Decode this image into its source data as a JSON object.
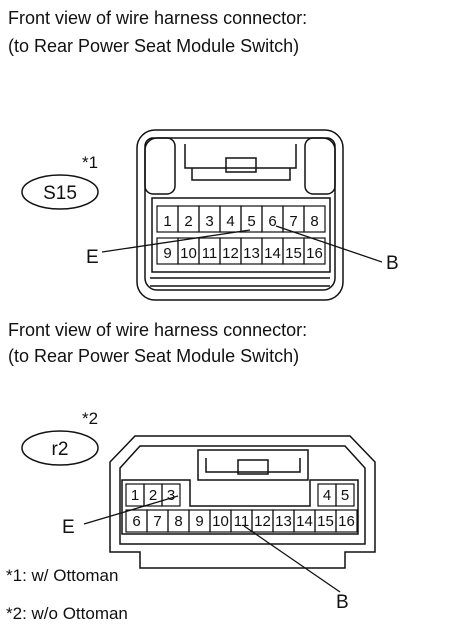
{
  "connectors": [
    {
      "caption_line1": "Front view of wire harness connector:",
      "caption_line2": "(to Rear Power Seat Module Switch)",
      "id": "S15",
      "note_marker": "*1",
      "pins_top": [
        "1",
        "2",
        "3",
        "4",
        "5",
        "6",
        "7",
        "8"
      ],
      "pins_bottom": [
        "9",
        "10",
        "11",
        "12",
        "13",
        "14",
        "15",
        "16"
      ],
      "callout_left": "E",
      "callout_right": "B"
    },
    {
      "caption_line1": "Front view of wire harness connector:",
      "caption_line2": "(to Rear Power Seat Module Switch)",
      "id": "r2",
      "note_marker": "*2",
      "pins_top_left": [
        "1",
        "2",
        "3"
      ],
      "pins_top_right": [
        "4",
        "5"
      ],
      "pins_bottom": [
        "6",
        "7",
        "8",
        "9",
        "10",
        "11",
        "12",
        "13",
        "14",
        "15",
        "16"
      ],
      "callout_left": "E",
      "callout_right": "B"
    }
  ],
  "notes": [
    "*1: w/ Ottoman",
    "*2: w/o Ottoman"
  ]
}
